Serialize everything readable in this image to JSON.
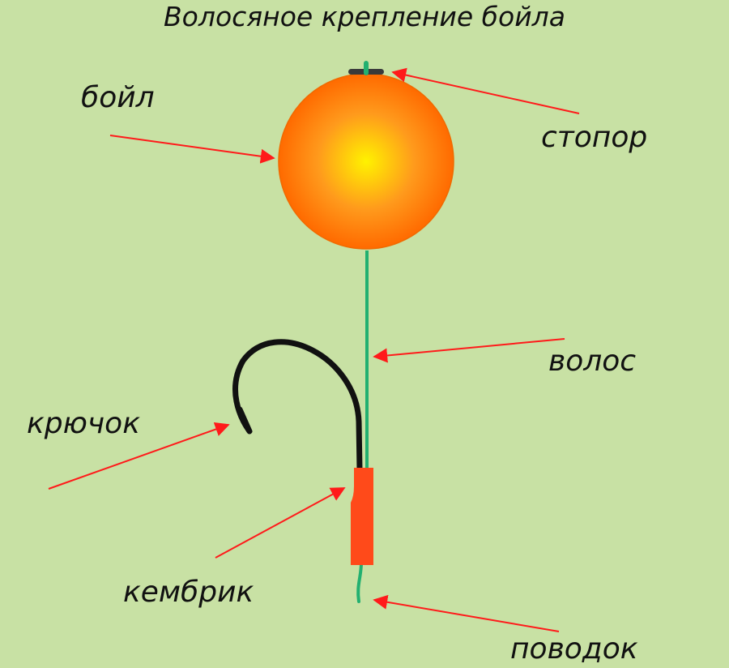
{
  "title": "Волосяное крепление бойла",
  "labels": {
    "boilie": "бойл",
    "stopper": "стопор",
    "hair": "волос",
    "hook": "крючок",
    "shrink_tube": "кембрик",
    "hooklink": "поводок"
  },
  "colors": {
    "background": "#c8e1a4",
    "arrow": "#ff1a1a",
    "boilie_center": "#fff200",
    "boilie_mid": "#ff9a1c",
    "boilie_edge": "#ff6a00",
    "hair_line": "#22b070",
    "hook": "#111111",
    "shrink_tube": "#ff4a1a",
    "stopper": "#3a3a3a"
  }
}
